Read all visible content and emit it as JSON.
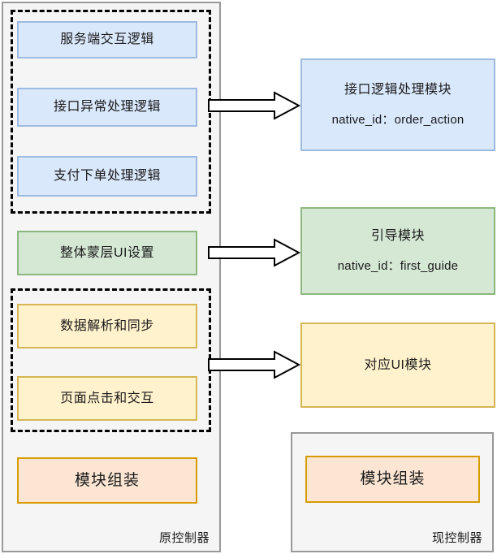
{
  "diagram": {
    "title_left": "原控制器",
    "title_right": "现控制器",
    "left_container": {
      "label": "原控制器",
      "group_logic": {
        "name": "logic-group",
        "items": [
          {
            "id": "server-interaction-logic",
            "text": "服务端交互逻辑",
            "color": "#dae8fc",
            "border": "#9dbbe0"
          },
          {
            "id": "interface-exception-logic",
            "text": "接口异常处理逻辑",
            "color": "#dae8fc",
            "border": "#9dbbe0"
          },
          {
            "id": "payment-order-logic",
            "text": "支付下单处理逻辑",
            "color": "#dae8fc",
            "border": "#9dbbe0"
          }
        ]
      },
      "standalone": {
        "id": "mask-ui-settings",
        "text": "整体蒙层UI设置",
        "color": "#d5e8d4",
        "border": "#8cb87f"
      },
      "group_ui": {
        "name": "ui-group",
        "items": [
          {
            "id": "data-parse-sync",
            "text": "数据解析和同步",
            "color": "#fff2cc",
            "border": "#d6b656"
          },
          {
            "id": "page-click-interaction",
            "text": "页面点击和交互",
            "color": "#fff2cc",
            "border": "#d6b656"
          }
        ]
      },
      "assembly": {
        "id": "module-assembly-left",
        "text": "模块组装",
        "color": "#fce6d3",
        "border": "#d79b00"
      }
    },
    "right_modules": [
      {
        "id": "interface-logic-module",
        "line1": "接口逻辑处理模块",
        "line2": "native_id：order_action",
        "color": "#dae8fc",
        "border": "#9dbbe0"
      },
      {
        "id": "guide-module",
        "line1": "引导模块",
        "line2": "native_id：first_guide",
        "color": "#d5e8d4",
        "border": "#8cb87f"
      },
      {
        "id": "ui-module",
        "line1": "对应UI模块",
        "line2": "",
        "color": "#fff2cc",
        "border": "#d6b656"
      }
    ],
    "right_container": {
      "label": "现控制器",
      "assembly": {
        "id": "module-assembly-right",
        "text": "模块组装",
        "color": "#fce6d3",
        "border": "#d79b00"
      }
    },
    "arrows": [
      {
        "id": "arrow-logic-to-interface-module",
        "from": "interface-exception-logic",
        "to": "interface-logic-module"
      },
      {
        "id": "arrow-mask-to-guide-module",
        "from": "mask-ui-settings",
        "to": "guide-module"
      },
      {
        "id": "arrow-ui-to-ui-module",
        "from": "ui-group",
        "to": "ui-module"
      }
    ],
    "colors": {
      "container_bg": "#f5f5f5",
      "container_border": "#999999",
      "dashed_border": "#000000",
      "arrow_stroke": "#000000",
      "arrow_fill": "#ffffff",
      "text": "#1a1a1a"
    }
  }
}
